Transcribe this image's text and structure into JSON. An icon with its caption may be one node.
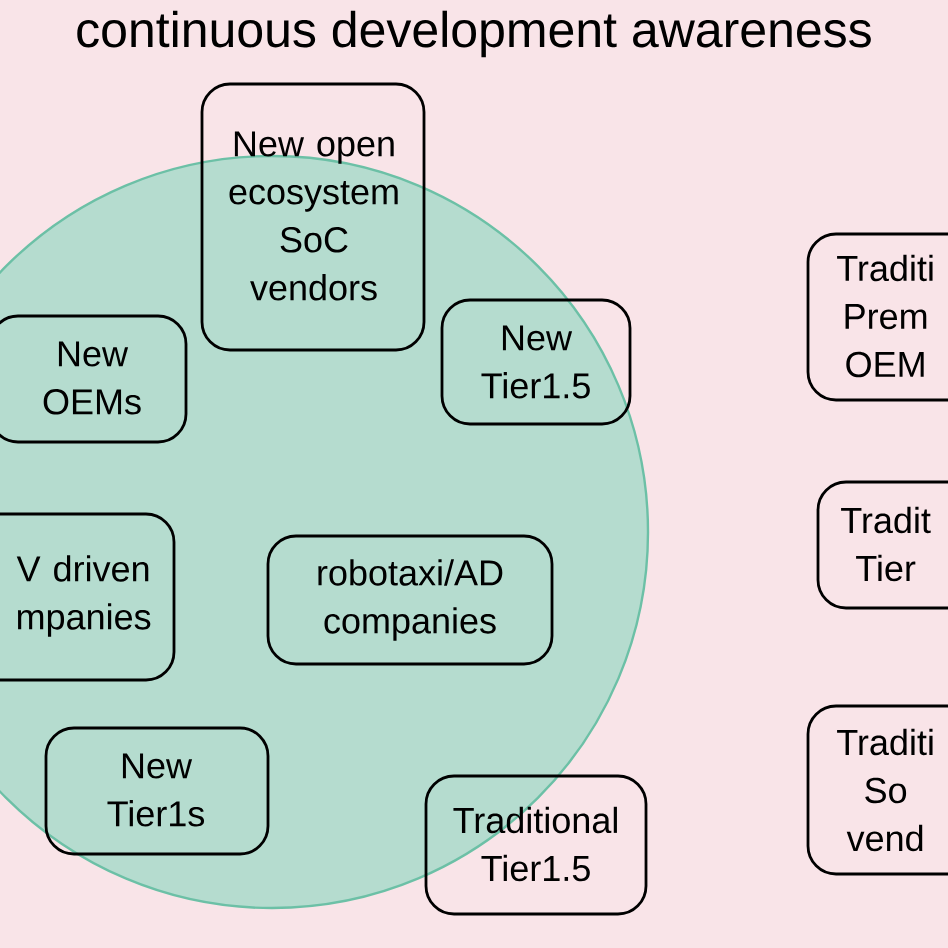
{
  "diagram": {
    "title": "continuous development awareness",
    "nodes": [
      {
        "text": [
          "New open ecosystem SoC vendors"
        ]
      },
      {
        "text": [
          "New OEMs"
        ]
      },
      {
        "text": [
          "New Tier1.5"
        ]
      },
      {
        "text": [
          "V driven mpanies"
        ]
      },
      {
        "text": [
          "robotaxi/AD companies"
        ]
      },
      {
        "text": [
          "New Tier1s"
        ]
      },
      {
        "text": [
          "Traditional Tier1.5"
        ]
      },
      {
        "text": [
          "Traditi Prem OEM"
        ]
      },
      {
        "text": [
          "Tradit Tier"
        ]
      },
      {
        "text": [
          "Traditi So vend"
        ]
      }
    ]
  }
}
